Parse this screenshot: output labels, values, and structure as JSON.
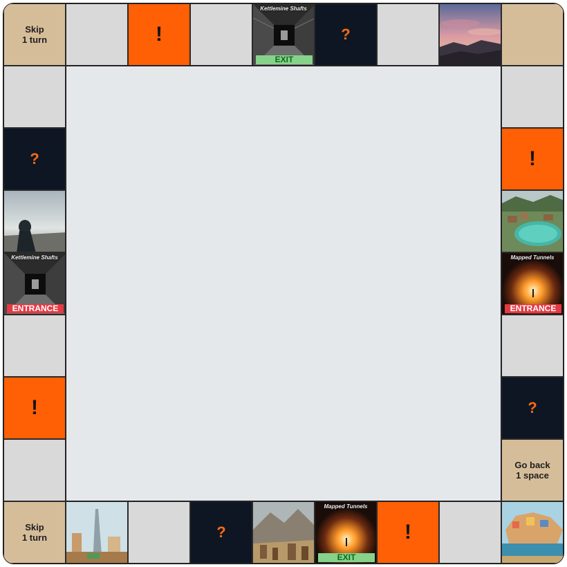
{
  "board": {
    "symbols": {
      "action": "!",
      "mystery": "?"
    },
    "colors": {
      "action": "#ff5f05",
      "mystery": "#0e1624",
      "special": "#d6bd9a",
      "empty": "#d9d9d9",
      "center": "#e5e8eb",
      "exit_tag": "#86d28a",
      "entrance_tag": "#e43a44"
    },
    "corners": {
      "top_left": "Skip\n1 turn",
      "bottom_left": "Skip\n1 turn",
      "right_go_back": "Go back\n1 space"
    },
    "locations": {
      "kettlemine_top": {
        "title": "Kettlemine Shafts",
        "tag": "EXIT"
      },
      "kettlemine_left": {
        "title": "Kettlemine Shafts",
        "tag": "ENTRANCE"
      },
      "tunnels_right": {
        "title": "Mapped Tunnels",
        "tag": "ENTRANCE"
      },
      "tunnels_bottom": {
        "title": "Mapped Tunnels",
        "tag": "EXIT"
      }
    },
    "image_tiles": [
      "dusk-landscape-image",
      "hooded-figure-image",
      "lake-village-image",
      "futuristic-city-image",
      "mountain-town-image",
      "harbor-town-image"
    ]
  }
}
